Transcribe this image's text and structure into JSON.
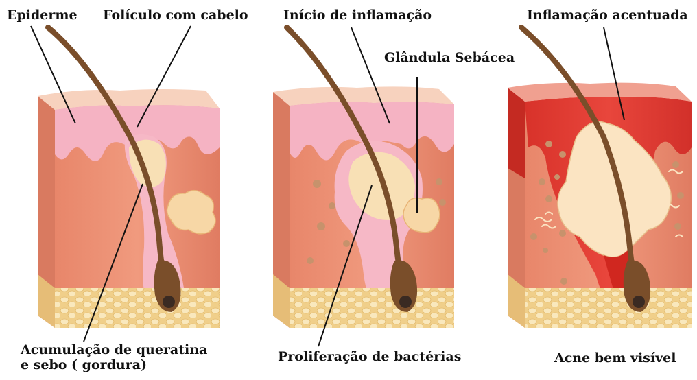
{
  "labels": {
    "epiderme": "Epiderme",
    "foliculo": "Folículo com cabelo",
    "acumulacao_line1": "Acumulação de queratina",
    "acumulacao_line2": "e sebo ( gordura)",
    "inicio": "Início de inflamação",
    "glandula": "Glândula Sebácea",
    "proliferacao": "Proliferação de bactérias",
    "inflamacao": "Inflamação acentuada",
    "acne": "Acne bem visível"
  },
  "colors": {
    "skin_top": "#f6c9b3",
    "dermis": "#ec9073",
    "dermis_dark": "#d46e58",
    "epidermis_pink": "#f6b8c6",
    "fat": "#f4dca0",
    "fat_cell": "#f9e8bd",
    "sebum": "#f8e0b5",
    "hair": "#7a4e2a",
    "bacteria": "#c7926c",
    "inflamed": "#e0302c",
    "inflamed_dark": "#c1201e"
  }
}
